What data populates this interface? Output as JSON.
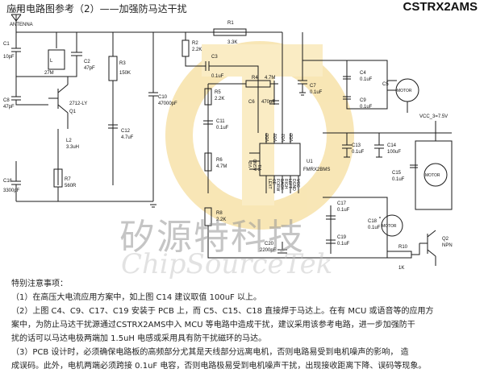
{
  "header": {
    "title": "应用电路图参考（2）——加强防马达干扰",
    "brand": "CSTRX2AMS"
  },
  "components": {
    "ant1": "ANT1",
    "antenna": "ANTENNA",
    "c1": "C1",
    "c1_val": "10pF",
    "l_label": "L",
    "l_val": "27M",
    "c2": "C2",
    "c2_val": "47pF",
    "r3": "R3",
    "r3_val": "150K",
    "c8": "C8",
    "c8_val": "47pF",
    "q1_part": "2712-LY",
    "q1": "Q1",
    "l2": "L2",
    "l2_val": "3.3uH",
    "c16": "C16",
    "c16_val": "3300pF",
    "r7": "R7",
    "r7_val": "560R",
    "c10": "C10",
    "c10_val": "47000pF",
    "c12": "C12",
    "c12_val": "4.7uF",
    "r1": "R1",
    "r1_val": "3.3K",
    "r2": "R2",
    "r2_val": "2.2K",
    "c3": "C3",
    "c3_val": "0.1uF",
    "r4": "R4",
    "r4_val": "4.7M",
    "c7": "C7",
    "c7_val": "0.1uF",
    "r5": "R5",
    "r5_val": "2.2K",
    "c6": "C6",
    "c6_val": "470pF",
    "c11": "C11",
    "c11_val": "0.1uF",
    "r6": "R6",
    "r6_val": "4.7M",
    "r8": "R8",
    "r8_val": "2.2K",
    "c4": "C4",
    "c4_val": "0.1uF",
    "c9": "C9",
    "c9_val": "0.1uF",
    "c5": "C5",
    "motor": "MOTOR",
    "c13": "C13",
    "c13_val": "0.1uF",
    "c14": "C14",
    "c14_val": "100uF",
    "vcc": "VCC_3=7.5V",
    "u1": "U1",
    "u1_part": "FMRX2BMS",
    "c15": "C15",
    "c15_val": "0.1uF",
    "c17": "C17",
    "c17_val": "0.1uF",
    "c18": "C18",
    "c18_val": "0.1uF",
    "c19": "C19",
    "c19_val": "0.1uF",
    "c20": "C20",
    "c20_val": "2200pF",
    "q2": "Q2",
    "q2_val": "NPN",
    "r10": "R10",
    "r10_val": "1K"
  },
  "chip_pins": {
    "top": [
      "VDD",
      "VO1",
      "VO2",
      "VDD"
    ],
    "left": [
      "VI2",
      "AGND",
      "VI1"
    ],
    "bottom": [
      "LEXT",
      "CE",
      "FORW",
      "BACK",
      "RIGH",
      "LEFT",
      "DGND",
      "VCC"
    ]
  },
  "watermark": {
    "cn": "矽源特科技",
    "en": "ChipSourceTek"
  },
  "notes": {
    "heading": "特别注意事项：",
    "line1": "（1）在高压大电流应用方案中，如上图 C14 建议取值 100uF 以上。",
    "line2": "（2）上图 C4、C9、C17、C19 安装于 PCB 上，而 C5、C15、C18 直接焊于马达上。在有 MCU 或语音等的应用方",
    "line3": "案中，为防止马达干扰源通过CSTRX2AMS中入 MCU 等电路中造成干扰，建议采用该参考电路，进一步加强防干",
    "line4": "扰的话可以马达电极两端加 1.5uH 电感或采用具有防干扰磁环的马达。",
    "line5": "（3）PCB 设计时，必须确保电路板的高频部分尤其是天线部分远离电机，否则电路易受到电机噪声的影响，  造",
    "line6": "成误码。此外，电机两端必须跨接 0.1uF 电容，否则电路极易受到电机噪声干扰，出现接收距离下降、误码等现象。"
  },
  "colors": {
    "wire": "#1a1a1a",
    "watermark_yellow": "#f3d27a",
    "watermark_gray": "#9a9a9a"
  }
}
